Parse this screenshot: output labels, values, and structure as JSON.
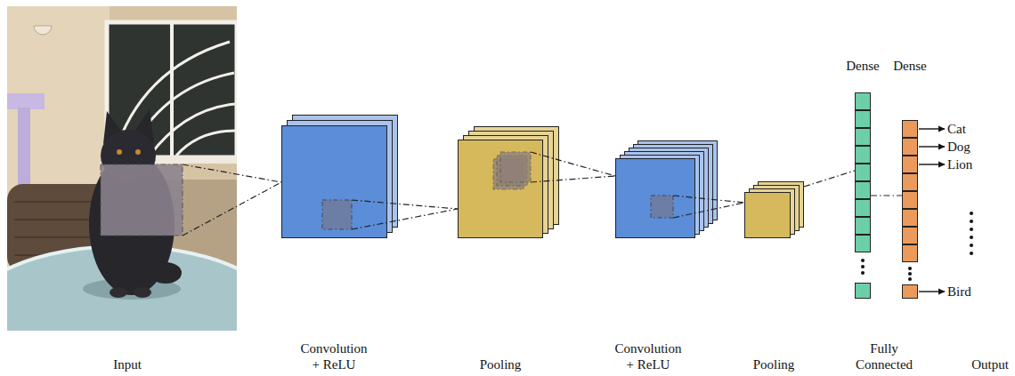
{
  "diagram": {
    "nodes": [
      {
        "text": [
          "Input"
        ]
      },
      {
        "text": [
          "Convolution + ReLU"
        ]
      },
      {
        "text": [
          "Pooling"
        ]
      },
      {
        "text": [
          "Convolution + ReLU"
        ]
      },
      {
        "text": [
          "Pooling"
        ]
      },
      {
        "text": [
          "Dense"
        ]
      },
      {
        "text": [
          "Dense"
        ]
      }
    ],
    "edges": [
      {
        "from": 0,
        "to": 1,
        "arrow": "none"
      },
      {
        "from": 1,
        "to": 2,
        "arrow": "none"
      },
      {
        "from": 2,
        "to": 3,
        "arrow": "none"
      },
      {
        "from": 3,
        "to": 4,
        "arrow": "none"
      },
      {
        "from": 4,
        "to": 5,
        "arrow": "none"
      },
      {
        "from": 5,
        "to": 6,
        "arrow": "none"
      }
    ],
    "labels": [
      "Fully Connected",
      "Output",
      "Cat",
      "Dog",
      "Lion",
      "Bird"
    ]
  }
}
